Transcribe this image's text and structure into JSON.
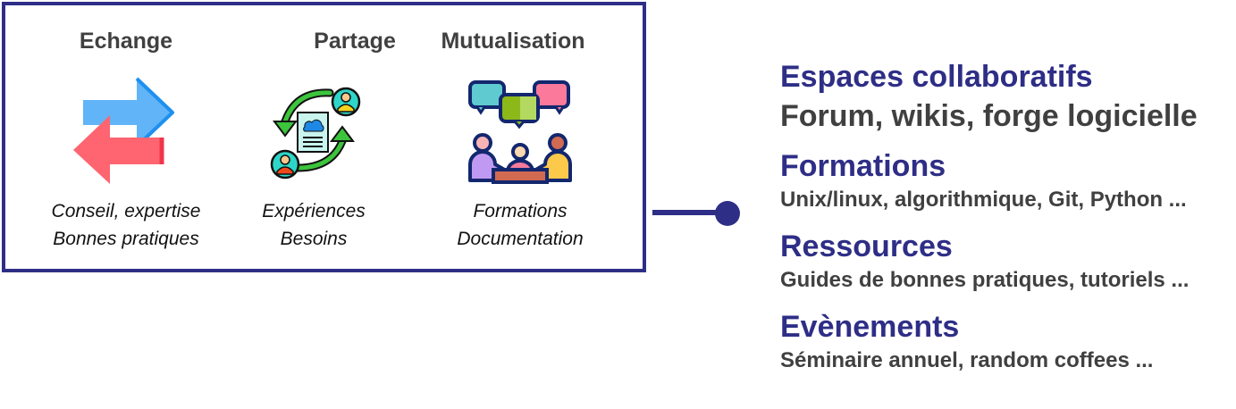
{
  "pillars": [
    {
      "title": "Echange",
      "icon": "exchange-arrows-icon",
      "lines": [
        "Conseil, expertise",
        "Bonnes pratiques"
      ]
    },
    {
      "title": "Partage",
      "icon": "sharing-cycle-icon",
      "lines": [
        "Expériences",
        "Besoins"
      ]
    },
    {
      "title": "Mutualisation",
      "icon": "group-discussion-icon",
      "lines": [
        "Formations",
        "Documentation"
      ]
    }
  ],
  "features": [
    {
      "title": "Espaces collaboratifs",
      "description": "Forum, wikis, forge logicielle"
    },
    {
      "title": "Formations",
      "description": "Unix/linux, algorithmique, Git, Python ..."
    },
    {
      "title": "Ressources",
      "description": "Guides de bonnes pratiques, tutoriels ..."
    },
    {
      "title": "Evènements",
      "description": "Séminaire annuel, random coffees ..."
    }
  ],
  "colors": {
    "accent": "#2e2e87",
    "text": "#404040"
  }
}
